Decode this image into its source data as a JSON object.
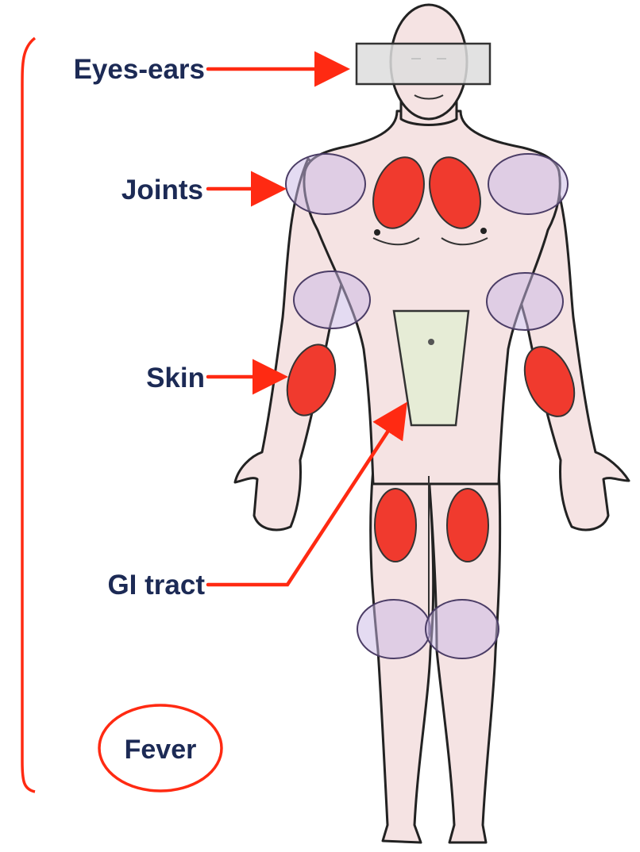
{
  "labels": {
    "eyes_ears": "Eyes-ears",
    "joints": "Joints",
    "skin": "Skin",
    "gi_tract": "GI tract",
    "fever": "Fever"
  },
  "colors": {
    "arrow": "#ff2a12",
    "label_text": "#1c2a55",
    "body_fill": "#f5e3e3",
    "body_outline": "#222222",
    "skin_patch": "#f03a2e",
    "joint_overlay": "#c9b8e6",
    "gi_tract_patch": "#e6ecd6",
    "eye_band": "#dddddd"
  },
  "icons": {
    "figure": "human-body-outline",
    "bracket": "left-brace"
  }
}
